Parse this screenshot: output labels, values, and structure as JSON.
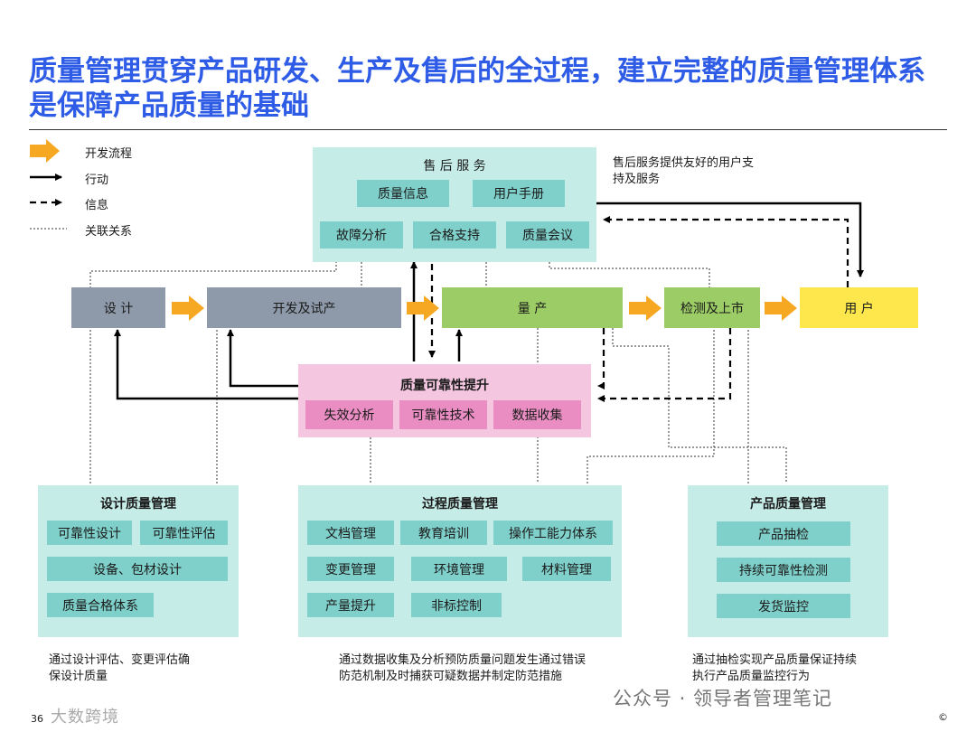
{
  "title": "质量管理贯穿产品研发、生产及售后的全过程，建立完整的质量管理体系是保障产品质量的基础",
  "legend": {
    "dev_flow": "开发流程",
    "action": "行动",
    "info": "信息",
    "relation": "关联关系"
  },
  "flow": {
    "design": "设  计",
    "dev_trial": "开发及试产",
    "mass_production": "量  产",
    "inspection": "检测及上市",
    "user": "用  户"
  },
  "after_sales": {
    "title": "售 后 服 务",
    "items": [
      "质量信息",
      "用户手册",
      "故障分析",
      "合格支持",
      "质量会议"
    ],
    "note": "售后服务提供友好的用户支持及服务"
  },
  "reliability": {
    "title": "质量可靠性提升",
    "items": [
      "失效分析",
      "可靠性技术",
      "数据收集"
    ]
  },
  "design_quality": {
    "title": "设计质量管理",
    "items": [
      "可靠性设计",
      "可靠性评估",
      "设备、包材设计",
      "质量合格体系"
    ],
    "note": "通过设计评估、变更评估确保设计质量"
  },
  "process_quality": {
    "title": "过程质量管理",
    "items": [
      "文档管理",
      "教育培训",
      "操作工能力体系",
      "变更管理",
      "环境管理",
      "材料管理",
      "产量提升",
      "非标控制"
    ],
    "note": "通过数据收集及分析预防质量问题发生通过错误防范机制及时捕获可疑数据并制定防范措施"
  },
  "product_quality": {
    "title": "产品质量管理",
    "items": [
      "产品抽检",
      "持续可靠性检测",
      "发货监控"
    ],
    "note": "通过抽检实现产品质量保证持续执行产品质量监控行为"
  },
  "footer": {
    "page": "36",
    "brand": "大数跨境",
    "watermark": "公众号 · 领导者管理笔记",
    "copyright": "©"
  },
  "colors": {
    "title": "#2e5ce6",
    "arrow_orange": "#f7a823",
    "design_box": "#8e9aaa",
    "mass_box": "#9ccc65",
    "inspection_box": "#9ccc65",
    "user_box": "#fde74c",
    "teal_panel": "#c6ece7",
    "teal_chip": "#7fd0ca",
    "pink_panel": "#f4c6e0",
    "pink_chip": "#e98dc3"
  }
}
